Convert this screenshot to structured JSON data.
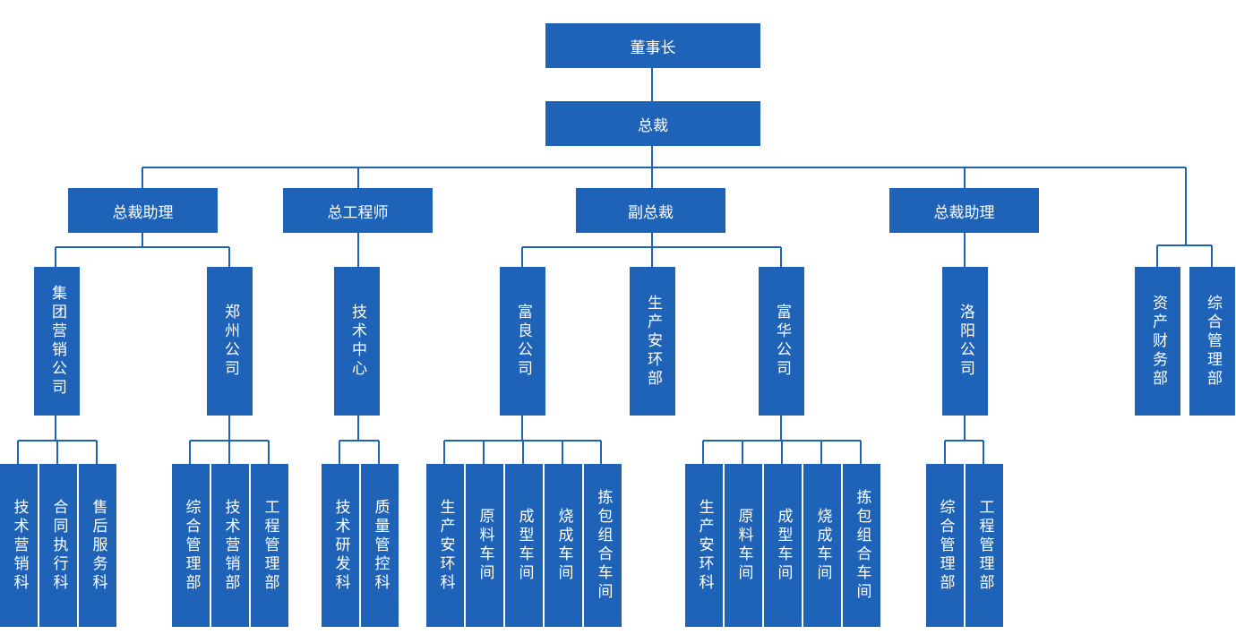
{
  "org": {
    "chairman": "董事长",
    "president": "总裁",
    "l2": [
      "总裁助理",
      "总工程师",
      "副总裁",
      "总裁助理"
    ],
    "l3": [
      "集团营销公司",
      "郑州公司",
      "技术中心",
      "富良公司",
      "生产安环部",
      "富华公司",
      "洛阳公司",
      "资产财务部",
      "综合管理部"
    ],
    "l4": [
      "技术营销科",
      "合同执行科",
      "售后服务科",
      "综合管理部",
      "技术营销部",
      "工程管理部",
      "技术研发科",
      "质量管控科",
      "生产安环科",
      "原料车间",
      "成型车间",
      "烧成车间",
      "拣包组合车间",
      "生产安环科",
      "原料车间",
      "成型车间",
      "烧成车间",
      "拣包组合车间",
      "综合管理部",
      "工程管理部"
    ]
  },
  "colors": {
    "box": "#1f63b8",
    "line": "#1f63b8",
    "text": "#ffffff"
  }
}
